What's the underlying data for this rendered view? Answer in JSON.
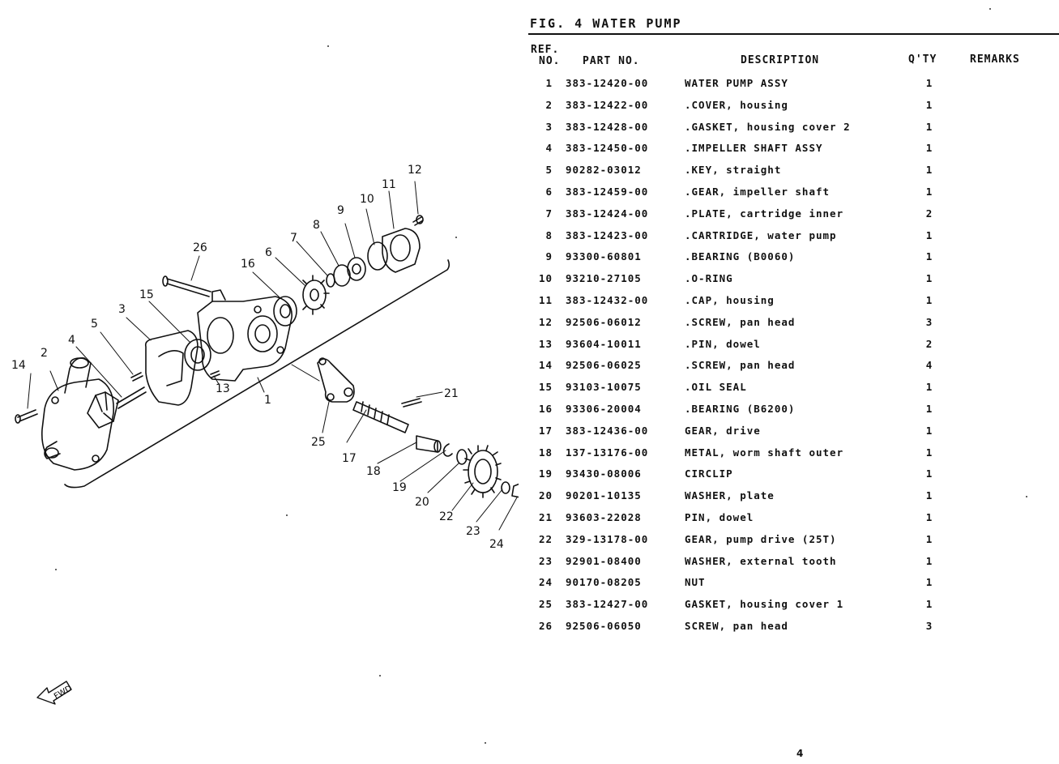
{
  "header": {
    "title": "FIG. 4 WATER PUMP"
  },
  "columns": {
    "ref_line1": "REF.",
    "ref_line2": "NO.",
    "part_no": "PART NO.",
    "description": "DESCRIPTION",
    "qty": "Q'TY",
    "remarks": "REMARKS"
  },
  "parts": [
    {
      "ref": "1",
      "part_no": "383-12420-00",
      "description": "WATER PUMP ASSY",
      "qty": "1",
      "remarks": ""
    },
    {
      "ref": "2",
      "part_no": "383-12422-00",
      "description": ".COVER, housing",
      "qty": "1",
      "remarks": ""
    },
    {
      "ref": "3",
      "part_no": "383-12428-00",
      "description": ".GASKET, housing cover 2",
      "qty": "1",
      "remarks": ""
    },
    {
      "ref": "4",
      "part_no": "383-12450-00",
      "description": ".IMPELLER SHAFT ASSY",
      "qty": "1",
      "remarks": ""
    },
    {
      "ref": "5",
      "part_no": "90282-03012",
      "description": ".KEY, straight",
      "qty": "1",
      "remarks": ""
    },
    {
      "ref": "6",
      "part_no": "383-12459-00",
      "description": ".GEAR, impeller shaft",
      "qty": "1",
      "remarks": ""
    },
    {
      "ref": "7",
      "part_no": "383-12424-00",
      "description": ".PLATE, cartridge inner",
      "qty": "2",
      "remarks": ""
    },
    {
      "ref": "8",
      "part_no": "383-12423-00",
      "description": ".CARTRIDGE, water pump",
      "qty": "1",
      "remarks": ""
    },
    {
      "ref": "9",
      "part_no": "93300-60801",
      "description": ".BEARING (B0060)",
      "qty": "1",
      "remarks": ""
    },
    {
      "ref": "10",
      "part_no": "93210-27105",
      "description": ".O-RING",
      "qty": "1",
      "remarks": ""
    },
    {
      "ref": "11",
      "part_no": "383-12432-00",
      "description": ".CAP, housing",
      "qty": "1",
      "remarks": ""
    },
    {
      "ref": "12",
      "part_no": "92506-06012",
      "description": ".SCREW, pan head",
      "qty": "3",
      "remarks": ""
    },
    {
      "ref": "13",
      "part_no": "93604-10011",
      "description": ".PIN, dowel",
      "qty": "2",
      "remarks": ""
    },
    {
      "ref": "14",
      "part_no": "92506-06025",
      "description": ".SCREW, pan head",
      "qty": "4",
      "remarks": ""
    },
    {
      "ref": "15",
      "part_no": "93103-10075",
      "description": ".OIL SEAL",
      "qty": "1",
      "remarks": ""
    },
    {
      "ref": "16",
      "part_no": "93306-20004",
      "description": ".BEARING (B6200)",
      "qty": "1",
      "remarks": ""
    },
    {
      "ref": "17",
      "part_no": "383-12436-00",
      "description": "GEAR, drive",
      "qty": "1",
      "remarks": ""
    },
    {
      "ref": "18",
      "part_no": "137-13176-00",
      "description": "METAL, worm shaft outer",
      "qty": "1",
      "remarks": ""
    },
    {
      "ref": "19",
      "part_no": "93430-08006",
      "description": "CIRCLIP",
      "qty": "1",
      "remarks": ""
    },
    {
      "ref": "20",
      "part_no": "90201-10135",
      "description": "WASHER, plate",
      "qty": "1",
      "remarks": ""
    },
    {
      "ref": "21",
      "part_no": "93603-22028",
      "description": "PIN, dowel",
      "qty": "1",
      "remarks": ""
    },
    {
      "ref": "22",
      "part_no": "329-13178-00",
      "description": "GEAR, pump drive (25T)",
      "qty": "1",
      "remarks": ""
    },
    {
      "ref": "23",
      "part_no": "92901-08400",
      "description": "WASHER, external tooth",
      "qty": "1",
      "remarks": ""
    },
    {
      "ref": "24",
      "part_no": "90170-08205",
      "description": "NUT",
      "qty": "1",
      "remarks": ""
    },
    {
      "ref": "25",
      "part_no": "383-12427-00",
      "description": "GASKET, housing cover 1",
      "qty": "1",
      "remarks": ""
    },
    {
      "ref": "26",
      "part_no": "92506-06050",
      "description": "SCREW, pan head",
      "qty": "3",
      "remarks": ""
    }
  ],
  "diagram": {
    "callouts": [
      "1",
      "2",
      "3",
      "4",
      "5",
      "6",
      "7",
      "8",
      "9",
      "10",
      "11",
      "12",
      "13",
      "14",
      "15",
      "16",
      "17",
      "18",
      "19",
      "20",
      "21",
      "22",
      "23",
      "24",
      "25",
      "26"
    ],
    "fwd_label": "FWD"
  },
  "footer": {
    "page_number": "4"
  }
}
